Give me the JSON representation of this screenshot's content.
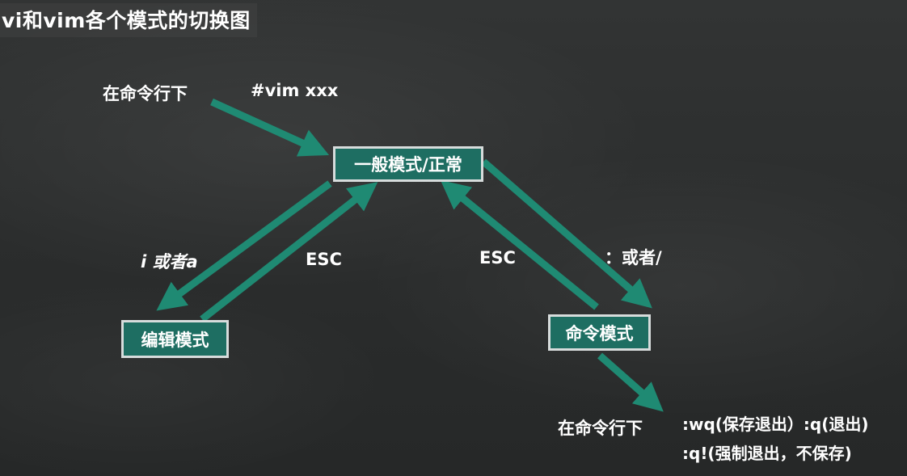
{
  "title": "vi和vim各个模式的切换图",
  "colors": {
    "arrow": "#1f8a73",
    "node_fill": "#1e6e62",
    "node_border": "#d7dcdc",
    "text": "#ffffff"
  },
  "nodes": {
    "normal": "一般模式/正常",
    "edit": "编辑模式",
    "command": "命令模式"
  },
  "labels": {
    "start_prompt": "在命令行下",
    "start_cmd": "#vim  xxx",
    "to_edit": "i 或者a",
    "edit_esc": "ESC",
    "command_esc": "ESC",
    "to_command": "：或者/",
    "exit_prompt": "在命令行下",
    "exit_line1": ":wq(保存退出）:q(退出)",
    "exit_line2": ":q!(强制退出，不保存)"
  }
}
